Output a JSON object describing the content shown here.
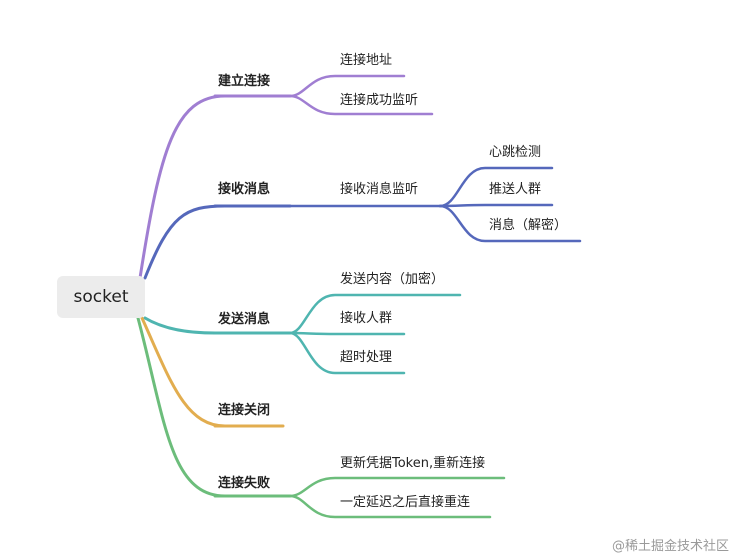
{
  "root": {
    "label": "socket"
  },
  "branches": [
    {
      "label": "建立连接",
      "color": "#a07ed2",
      "children": [
        {
          "label": "连接地址"
        },
        {
          "label": "连接成功监听"
        }
      ]
    },
    {
      "label": "接收消息",
      "color": "#5568bb",
      "children": [
        {
          "label": "接收消息监听",
          "children": [
            {
              "label": "心跳检测"
            },
            {
              "label": "推送人群"
            },
            {
              "label": "消息（解密）"
            }
          ]
        }
      ]
    },
    {
      "label": "发送消息",
      "color": "#4fb5b0",
      "children": [
        {
          "label": "发送内容（加密）"
        },
        {
          "label": "接收人群"
        },
        {
          "label": "超时处理"
        }
      ]
    },
    {
      "label": "连接关闭",
      "color": "#e2ad4f",
      "children": []
    },
    {
      "label": "连接失败",
      "color": "#6cbd7b",
      "children": [
        {
          "label": "更新凭据Token,重新连接"
        },
        {
          "label": "一定延迟之后直接重连"
        }
      ]
    }
  ],
  "watermark": "@稀土掘金技术社区"
}
